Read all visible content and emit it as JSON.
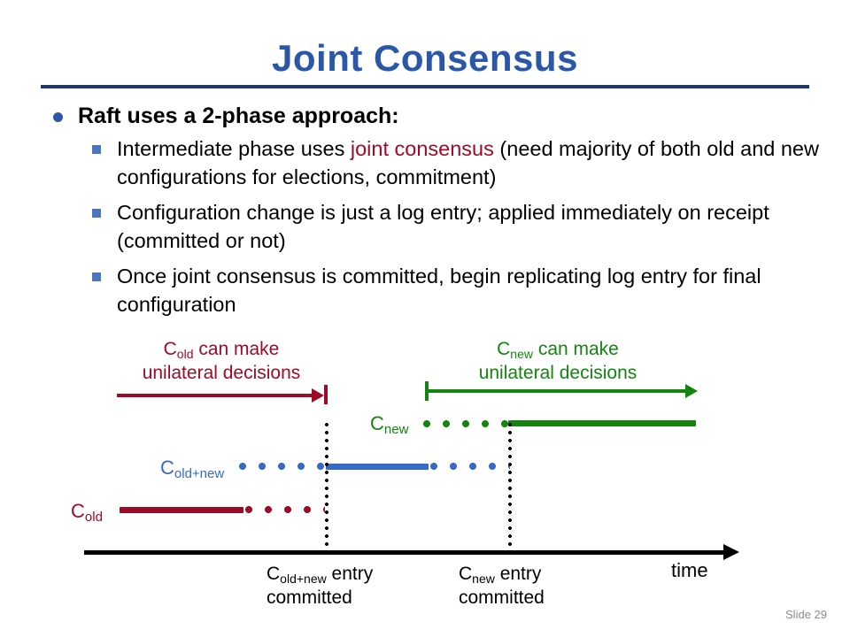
{
  "slide": {
    "title": "Joint Consensus",
    "slide_number": "Slide 29",
    "title_color": "#2B57A8",
    "rule_color": "#1F3864"
  },
  "bullets": {
    "level1": "Raft uses a 2-phase approach:",
    "level2": [
      {
        "pre": "Intermediate phase uses ",
        "highlight": "joint consensus",
        "post": " (need majority of both old and new configurations for elections, commitment)"
      },
      {
        "pre": "Configuration change is just a log entry; applied immediately on receipt (committed or not)",
        "highlight": "",
        "post": ""
      },
      {
        "pre": "Once joint consensus is committed, begin replicating log entry for final configuration",
        "highlight": "",
        "post": ""
      }
    ]
  },
  "diagram": {
    "colors": {
      "old": "#9C0B28",
      "old_new": "#3669C8",
      "new": "#13850F",
      "axis": "#000000"
    },
    "annotations": [
      {
        "name": "c-old-unilateral",
        "line1_pre": "C",
        "line1_sub": "old",
        "line1_post": " can make",
        "line2": "unilateral decisions",
        "color": "#9C0B28"
      },
      {
        "name": "c-new-unilateral",
        "line1_pre": "C",
        "line1_sub": "new",
        "line1_post": " can make",
        "line2": "unilateral decisions",
        "color": "#13850F"
      }
    ],
    "rows": [
      {
        "name": "c-new",
        "label_base": "C",
        "label_sub": "new",
        "color": "#13850F"
      },
      {
        "name": "c-old-new",
        "label_base": "C",
        "label_sub": "old+new",
        "color": "#3669C8"
      },
      {
        "name": "c-old",
        "label_base": "C",
        "label_sub": "old",
        "color": "#9C0B28"
      }
    ],
    "markers": [
      {
        "name": "c-old-new-committed",
        "caption_base": "C",
        "caption_sub": "old+new",
        "caption_rest": " entry",
        "caption_line2": "committed"
      },
      {
        "name": "c-new-committed",
        "caption_base": "C",
        "caption_sub": "new",
        "caption_rest": " entry",
        "caption_line2": "committed"
      }
    ],
    "axis_label": "time"
  }
}
